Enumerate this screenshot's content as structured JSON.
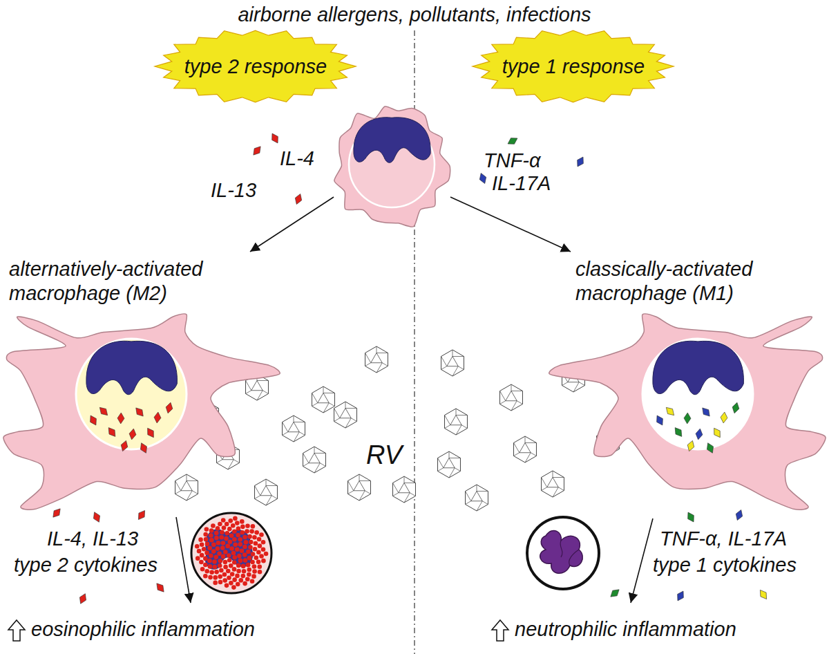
{
  "diagram": {
    "title": "airborne allergens, pollutants, infections",
    "nodes": [
      {
        "text": [
          "type 2 response"
        ]
      },
      {
        "text": [
          "type 1 response"
        ]
      },
      {
        "text": [
          "alternatively-activated macrophage (M2)"
        ]
      },
      {
        "text": [
          "classically-activated macrophage (M1)"
        ]
      }
    ],
    "labels": [
      "IL-4",
      "IL-13",
      "TNF-α",
      "IL-17A",
      "RV",
      "IL-4, IL-13",
      "type 2 cytokines",
      "eosinophilic inflammation",
      "TNF-α, IL-17A",
      "type 1 cytokines",
      "neutrophilic inflammation"
    ]
  }
}
